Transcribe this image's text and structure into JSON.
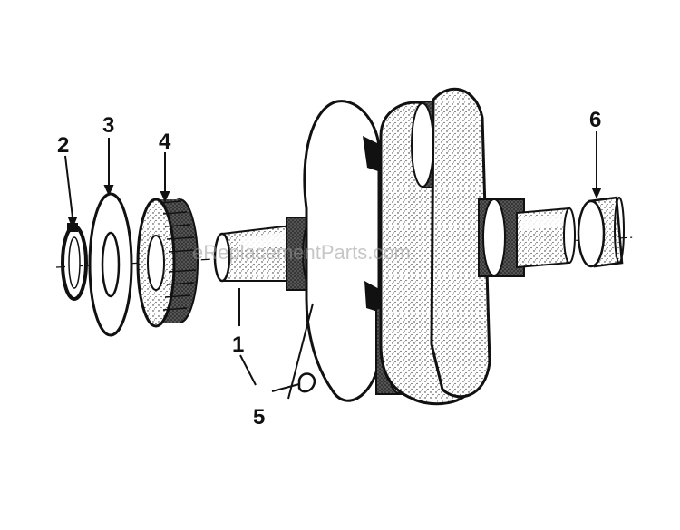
{
  "diagram": {
    "callouts": [
      {
        "id": "2",
        "label": "2"
      },
      {
        "id": "3",
        "label": "3"
      },
      {
        "id": "4",
        "label": "4"
      },
      {
        "id": "1",
        "label": "1"
      },
      {
        "id": "5",
        "label": "5"
      },
      {
        "id": "6",
        "label": "6"
      }
    ],
    "watermark": "eReplacementParts.com"
  }
}
